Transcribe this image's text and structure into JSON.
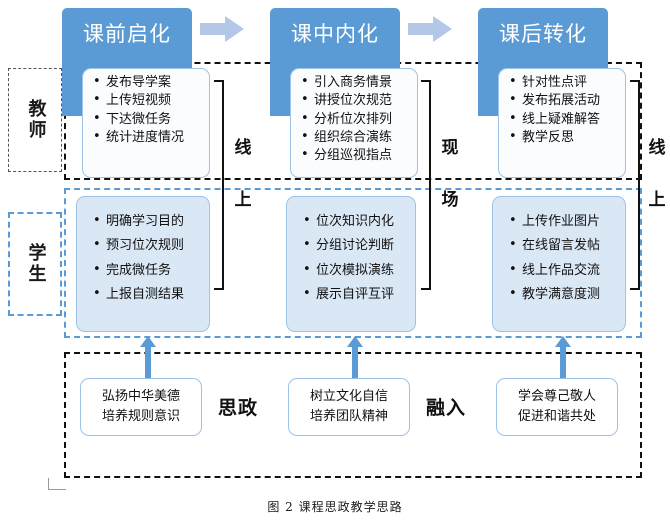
{
  "figure": {
    "caption": "图 2    课程思政教学思路",
    "colors": {
      "phase_header_blue": "#5B9BD5",
      "phase_arrow_blue": "#B4C7E7",
      "student_card_fill": "#DAE7F5",
      "card_border_blue": "#9DC3E6",
      "teacher_frame": "#111111",
      "student_frame": "#5B9BD5",
      "connector_arrow_blue": "#5B9BD5"
    }
  },
  "phases": [
    {
      "label": "课前启化"
    },
    {
      "label": "课中内化"
    },
    {
      "label": "课后转化"
    }
  ],
  "flow_arrows": [
    {
      "name": "phase-arrow-1"
    },
    {
      "name": "phase-arrow-2"
    }
  ],
  "roles": {
    "teacher": {
      "label": "教师"
    },
    "student": {
      "label": "学生"
    }
  },
  "teacher_cards": [
    {
      "items": [
        "发布导学案",
        "上传短视频",
        "下达微任务",
        "统计进度情况"
      ]
    },
    {
      "items": [
        "引入商务情景",
        "讲授位次规范",
        "分析位次排列",
        "组织综合演练",
        "分组巡视指点"
      ]
    },
    {
      "items": [
        "针对性点评",
        "发布拓展活动",
        "线上疑难解答",
        "教学反思"
      ]
    }
  ],
  "student_cards": [
    {
      "items": [
        "明确学习目的",
        "预习位次规则",
        "完成微任务",
        "上报自测结果"
      ]
    },
    {
      "items": [
        "位次知识内化",
        "分组讨论判断",
        "位次模拟演练",
        "展示自评互评"
      ]
    },
    {
      "items": [
        "上传作业图片",
        "在线留言发帖",
        "线上作品交流",
        "教学满意度测"
      ]
    }
  ],
  "brackets": [
    {
      "top_char": "线",
      "bottom_char": "上"
    },
    {
      "top_char": "现",
      "bottom_char": "场"
    },
    {
      "top_char": "线",
      "bottom_char": "上"
    }
  ],
  "sizheng": {
    "cards": [
      {
        "line1": "弘扬中华美德",
        "line2": "培养规则意识"
      },
      {
        "line1": "树立文化自信",
        "line2": "培养团队精神"
      },
      {
        "line1": "学会尊己敬人",
        "line2": "促进和谐共处"
      }
    ],
    "words": [
      "思政",
      "融入"
    ],
    "connectors": [
      {
        "name": "sizheng-connector-1"
      },
      {
        "name": "sizheng-connector-2"
      },
      {
        "name": "sizheng-connector-3"
      }
    ]
  }
}
